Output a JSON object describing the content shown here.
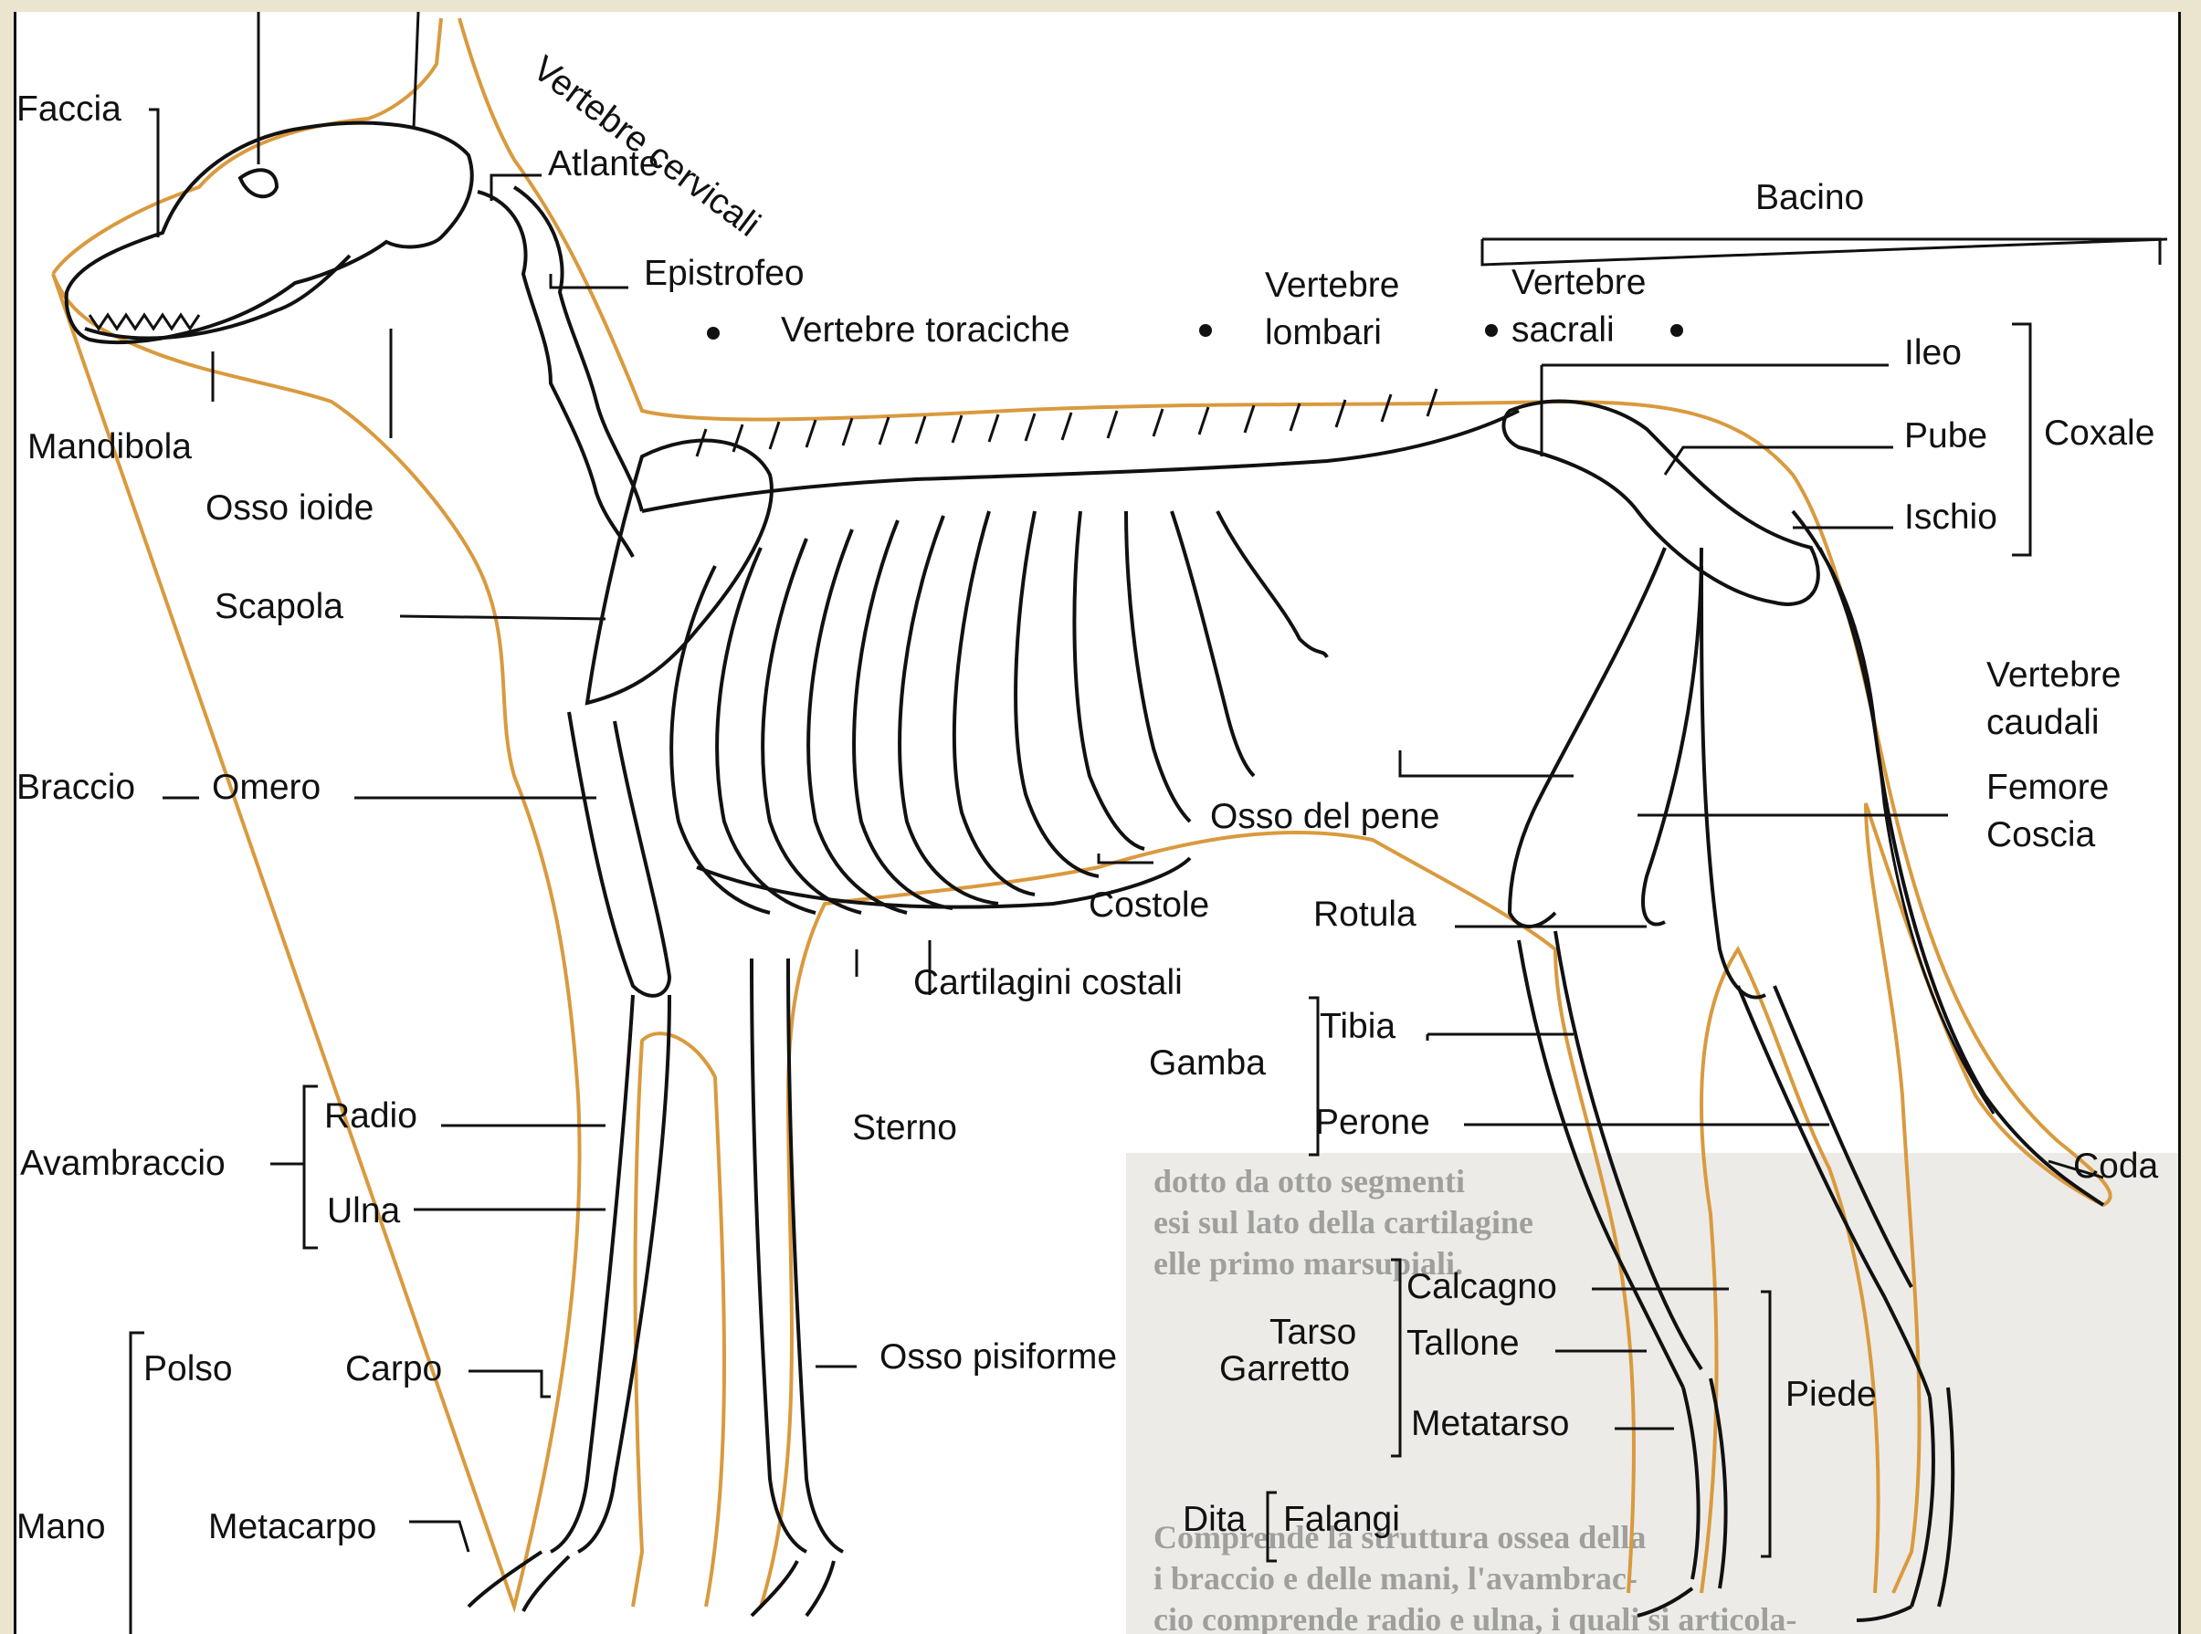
{
  "colors": {
    "background": "#ebe4cf",
    "page": "#ffffff",
    "body_outline": "#d99a3e",
    "ink": "#111111"
  },
  "labels": {
    "faccia": "Faccia",
    "vertebre_cervicali": "Vertebre cervicali",
    "atlante": "Atlante",
    "epistrofeo": "Epistrofeo",
    "mandibola": "Mandibola",
    "osso_ioide": "Osso ioide",
    "scapola": "Scapola",
    "braccio": "Braccio",
    "omero": "Omero",
    "vertebre_toraciche": "Vertebre toraciche",
    "vertebre_lombari_1": "Vertebre",
    "vertebre_lombari_2": "lombari",
    "vertebre_sacrali_1": "Vertebre",
    "vertebre_sacrali_2": "sacrali",
    "bacino": "Bacino",
    "ileo": "Ileo",
    "pube": "Pube",
    "ischio": "Ischio",
    "coxale": "Coxale",
    "vertebre_caudali_1": "Vertebre",
    "vertebre_caudali_2": "caudali",
    "femore": "Femore",
    "coscia": "Coscia",
    "osso_del_pene": "Osso del pene",
    "costole": "Costole",
    "rotula": "Rotula",
    "cartilagini_costali": "Cartilagini costali",
    "tibia": "Tibia",
    "gamba": "Gamba",
    "perone": "Perone",
    "radio": "Radio",
    "avambraccio": "Avambraccio",
    "ulna": "Ulna",
    "sterno": "Sterno",
    "coda": "Coda",
    "calcagno": "Calcagno",
    "tarso": "Tarso",
    "tallone": "Tallone",
    "garretto": "Garretto",
    "metatarso": "Metatarso",
    "piede": "Piede",
    "polso": "Polso",
    "carpo": "Carpo",
    "osso_pisiforme": "Osso pisiforme",
    "dita": "Dita",
    "falangi": "Falangi",
    "mano": "Mano",
    "metacarpo": "Metacarpo"
  },
  "bleed_text": [
    "dotto da otto segmenti",
    "esi sul lato della cartilagine",
    "elle primo marsupiali.",
    "Comprende la struttura ossea della",
    "i braccio e delle mani, l'avambrac-",
    "cio comprende radio e ulna, i quali si articola-"
  ]
}
